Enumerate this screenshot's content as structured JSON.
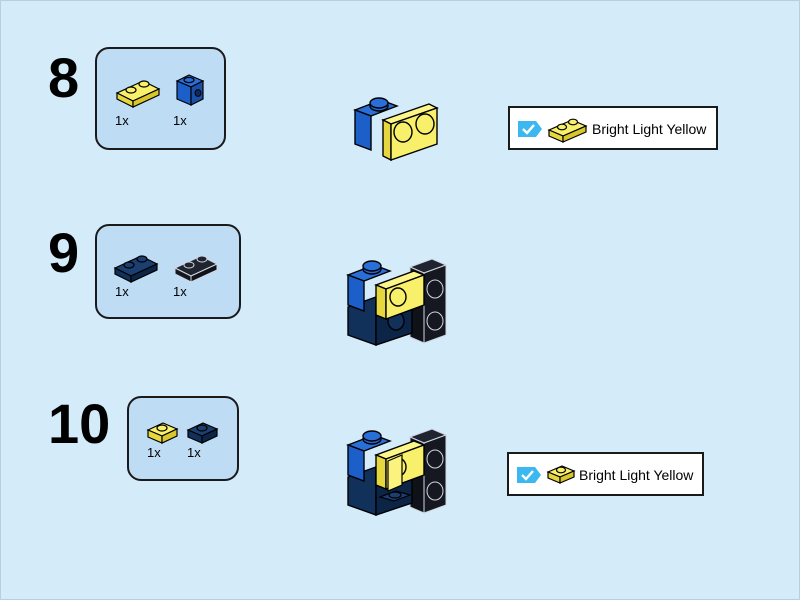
{
  "steps": [
    {
      "number": "8",
      "parts": [
        {
          "icon": "yellow-1x2-plate-icon",
          "qty": "1x"
        },
        {
          "icon": "blue-1x1-bracket-icon",
          "qty": "1x"
        }
      ],
      "color_callout": {
        "label": "Bright Light Yellow",
        "icon": "check-icon"
      }
    },
    {
      "number": "9",
      "parts": [
        {
          "icon": "dark-blue-1x2-plate-icon",
          "qty": "1x"
        },
        {
          "icon": "black-1x2-plate-icon",
          "qty": "1x"
        }
      ]
    },
    {
      "number": "10",
      "parts": [
        {
          "icon": "yellow-1x1-plate-icon",
          "qty": "1x"
        },
        {
          "icon": "dark-blue-1x1-plate-icon",
          "qty": "1x"
        }
      ],
      "color_callout": {
        "label": "Bright Light Yellow",
        "icon": "check-icon"
      }
    }
  ],
  "colors": {
    "background": "#d4ebfa",
    "parts_box": "#bfdcf5",
    "bright_light_yellow": "#f8f06a",
    "bright_blue": "#1d5fc9",
    "dark_blue": "#11305a",
    "black": "#151820",
    "check_badge": "#3cb8f0"
  }
}
